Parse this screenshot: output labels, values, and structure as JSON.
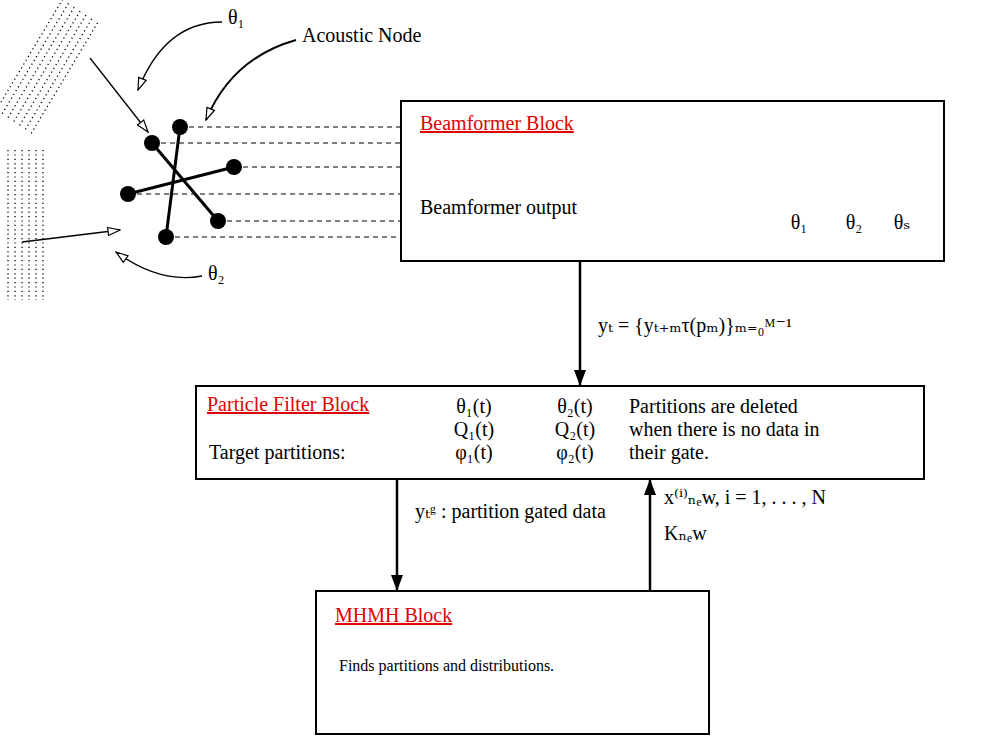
{
  "diagram": {
    "nodes": [
      {
        "text": [
          "Beamformer Block",
          "Beamformer output"
        ]
      },
      {
        "text": [
          "Particle Filter Block",
          "Target partitions:",
          "θ₁(t)",
          "Q₁(t)",
          "φ₁(t)",
          "θ₂(t)",
          "Q₂(t)",
          "φ₂(t)",
          "Partitions are deleted when there is no data in their gate."
        ]
      },
      {
        "text": [
          "MHMH Block",
          "Finds partitions and distributions."
        ]
      }
    ],
    "edges": [
      {
        "from": 0,
        "to": 1,
        "arrow": "to",
        "label": "yₜ = {yₜ₊ₘτ(pₘ)}ₘ₌₀ᴹ⁻¹"
      },
      {
        "from": 1,
        "to": 2,
        "arrow": "to",
        "label": "yₜᵍ : partition gated data"
      },
      {
        "from": 2,
        "to": 1,
        "arrow": "to",
        "label": "x⁽ⁱ⁾ₙₑw,   i = 1, . . . , N"
      }
    ],
    "labels": [
      "θ₁",
      "Acoustic Node",
      "θ₂",
      "θ₁",
      "θ₂",
      "θₛ",
      "Kₙₑw"
    ]
  }
}
